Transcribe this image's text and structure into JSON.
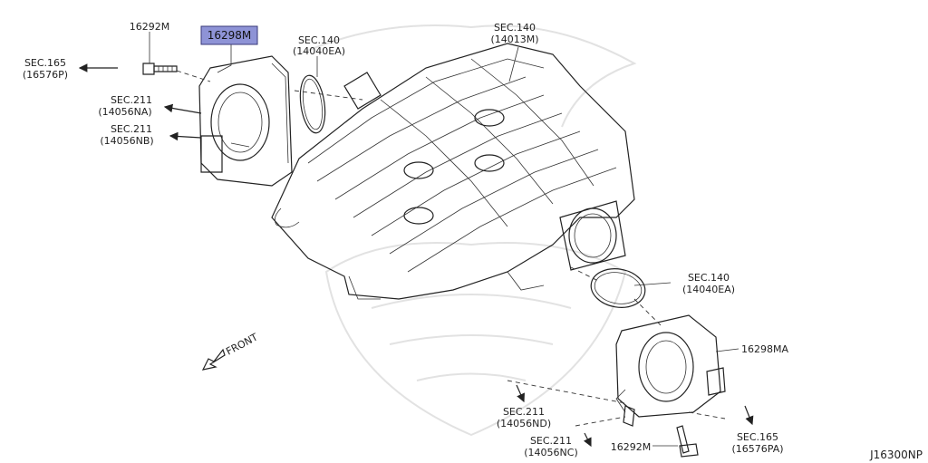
{
  "labels": {
    "top_bolt": "16292M",
    "highlighted_part": "16298M",
    "sec140_gasket_top_line1": "SEC.140",
    "sec140_gasket_top_line2": "(14040EA)",
    "sec140_manifold_line1": "SEC.140",
    "sec140_manifold_line2": "(14013M)",
    "sec165_top_line1": "SEC.165",
    "sec165_top_line2": "(16576P)",
    "sec211_na_line1": "SEC.211",
    "sec211_na_line2": "(14056NA)",
    "sec211_nb_line1": "SEC.211",
    "sec211_nb_line2": "(14056NB)",
    "front": "FRONT",
    "sec140_gasket_bottom_line1": "SEC.140",
    "sec140_gasket_bottom_line2": "(14040EA)",
    "throttle_body_2": "16298MA",
    "sec211_nd_line1": "SEC.211",
    "sec211_nd_line2": "(14056ND)",
    "sec211_nc_line1": "SEC.211",
    "sec211_nc_line2": "(14056NC)",
    "bottom_bolt": "16292M",
    "sec165_bottom_line1": "SEC.165",
    "sec165_bottom_line2": "(16576PA)",
    "diagram_code": "J16300NP"
  },
  "colors": {
    "callout_fill": "#8e93d6",
    "line": "#222222",
    "watermark": "#e2e2e2"
  }
}
